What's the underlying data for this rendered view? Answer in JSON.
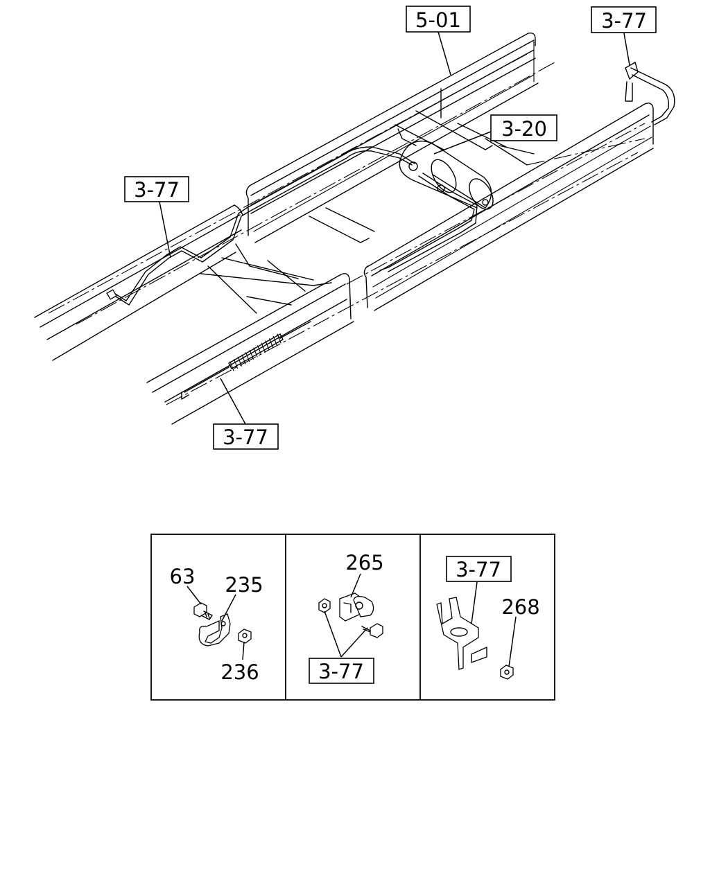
{
  "top_view": {
    "callouts": [
      {
        "id": "frame",
        "label": "5-01"
      },
      {
        "id": "pipe-rear-right",
        "label": "3-77"
      },
      {
        "id": "tank",
        "label": "3-20"
      },
      {
        "id": "pipe-left",
        "label": "3-77"
      },
      {
        "id": "hose-bottom",
        "label": "3-77"
      }
    ]
  },
  "detail_panels": [
    {
      "id": "panel-1",
      "parts": [
        {
          "number": "63"
        },
        {
          "number": "235"
        },
        {
          "number": "236"
        }
      ]
    },
    {
      "id": "panel-2",
      "parts": [
        {
          "number": "265"
        }
      ],
      "callout": "3-77"
    },
    {
      "id": "panel-3",
      "callout": "3-77",
      "parts": [
        {
          "number": "268"
        }
      ]
    }
  ]
}
